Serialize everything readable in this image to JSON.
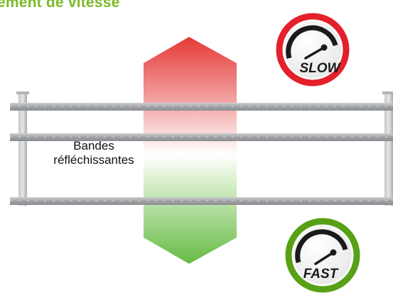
{
  "title": "ement de vitesse",
  "bands_label": {
    "line1": "Bandes",
    "line2": "réfléchissantes"
  },
  "gauges": {
    "slow": {
      "label": "SLOW",
      "ring_color": "#e4202b"
    },
    "fast": {
      "label": "FAST",
      "ring_color": "#58a116"
    }
  },
  "arrow": {
    "top_color": "#e53935",
    "bottom_color": "#66bb44"
  },
  "rail_color": "#a8aaac"
}
